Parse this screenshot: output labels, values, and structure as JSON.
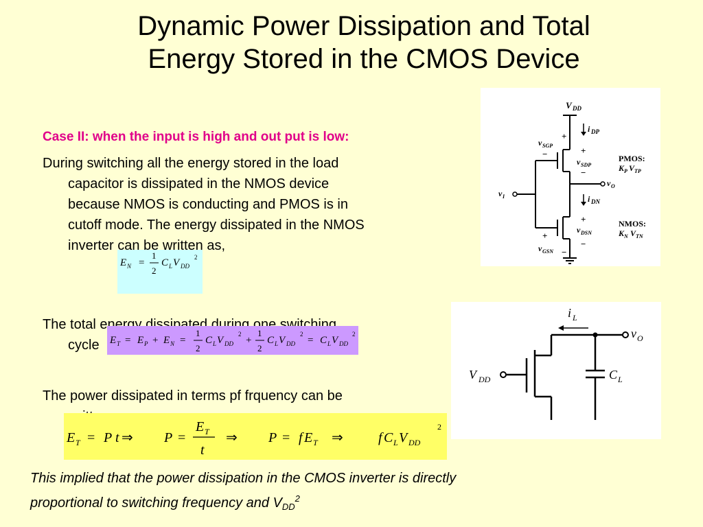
{
  "slide": {
    "title_line1": "Dynamic Power  Dissipation and Total",
    "title_line2": "Energy Stored in the CMOS Device",
    "case_heading": "Case II: when the input is high and out put is low:",
    "para1_line1": "During switching all the energy stored in the load",
    "para1_line2": "capacitor is dissipated in the NMOS device",
    "para1_line3": "because NMOS is conducting and PMOS is in",
    "para1_line4": "cutoff mode. The energy dissipated in the NMOS",
    "para1_line5": "inverter can be written as,",
    "para2_line1": "The total energy dissipated during one switching",
    "para2_line2": "cycle",
    "para3_line1": "The power dissipated in terms pf frquency can be",
    "para3_line2": "written as",
    "conclusion_line1": "This implied that the power dissipation in the CMOS inverter is directly",
    "conclusion_line2_prefix": "proportional to switching frequency and V",
    "conclusion_sub": "DD",
    "conclusion_sup": "2"
  },
  "equations": {
    "eq1": {
      "lhs": "E",
      "lhs_sub": "N",
      "eq": "=",
      "num": "1",
      "den": "2",
      "c": "C",
      "c_sub": "L",
      "v": "V",
      "v_sub": "DD",
      "exp": "2"
    },
    "eq2": {
      "et": "E",
      "et_sub": "T",
      "eq": "=",
      "ep": "E",
      "ep_sub": "P",
      "plus": "+",
      "en": "E",
      "en_sub": "N",
      "num": "1",
      "den": "2",
      "c": "C",
      "c_sub": "L",
      "v": "V",
      "v_sub": "DD",
      "exp": "2"
    },
    "eq3": {
      "et": "E",
      "et_sub": "T",
      "eq": "=",
      "p": "P",
      "t": "t",
      "implies": "⇒",
      "f": "f",
      "c": "C",
      "c_sub": "L",
      "v": "V",
      "v_sub": "DD",
      "exp": "2"
    }
  },
  "circuit_pmos_nmos": {
    "vdd": "V",
    "vdd_sub": "DD",
    "idp": "i",
    "idp_sub": "DP",
    "vsgp": "v",
    "vsgp_sub": "SGP",
    "vsdp": "v",
    "vsdp_sub": "SDP",
    "pmos_label": "PMOS:",
    "pmos_params": "K",
    "pmos_params_sub": "P",
    "pmos_vtp": "V",
    "pmos_vtp_sub": "TP",
    "vo": "v",
    "vo_sub": "O",
    "vi": "v",
    "vi_sub": "I",
    "idn": "i",
    "idn_sub": "DN",
    "vdsn": "v",
    "vdsn_sub": "DSN",
    "vgsn": "v",
    "vgsn_sub": "GSN",
    "nmos_label": "NMOS:",
    "nmos_params": "K",
    "nmos_params_sub": "N",
    "nmos_vtn": "V",
    "nmos_vtn_sub": "TN",
    "plus": "+",
    "minus": "−"
  },
  "circuit_nmos_load": {
    "il": "i",
    "il_sub": "L",
    "vo": "v",
    "vo_sub": "O",
    "vdd": "V",
    "vdd_sub": "DD",
    "cl": "C",
    "cl_sub": "L"
  }
}
